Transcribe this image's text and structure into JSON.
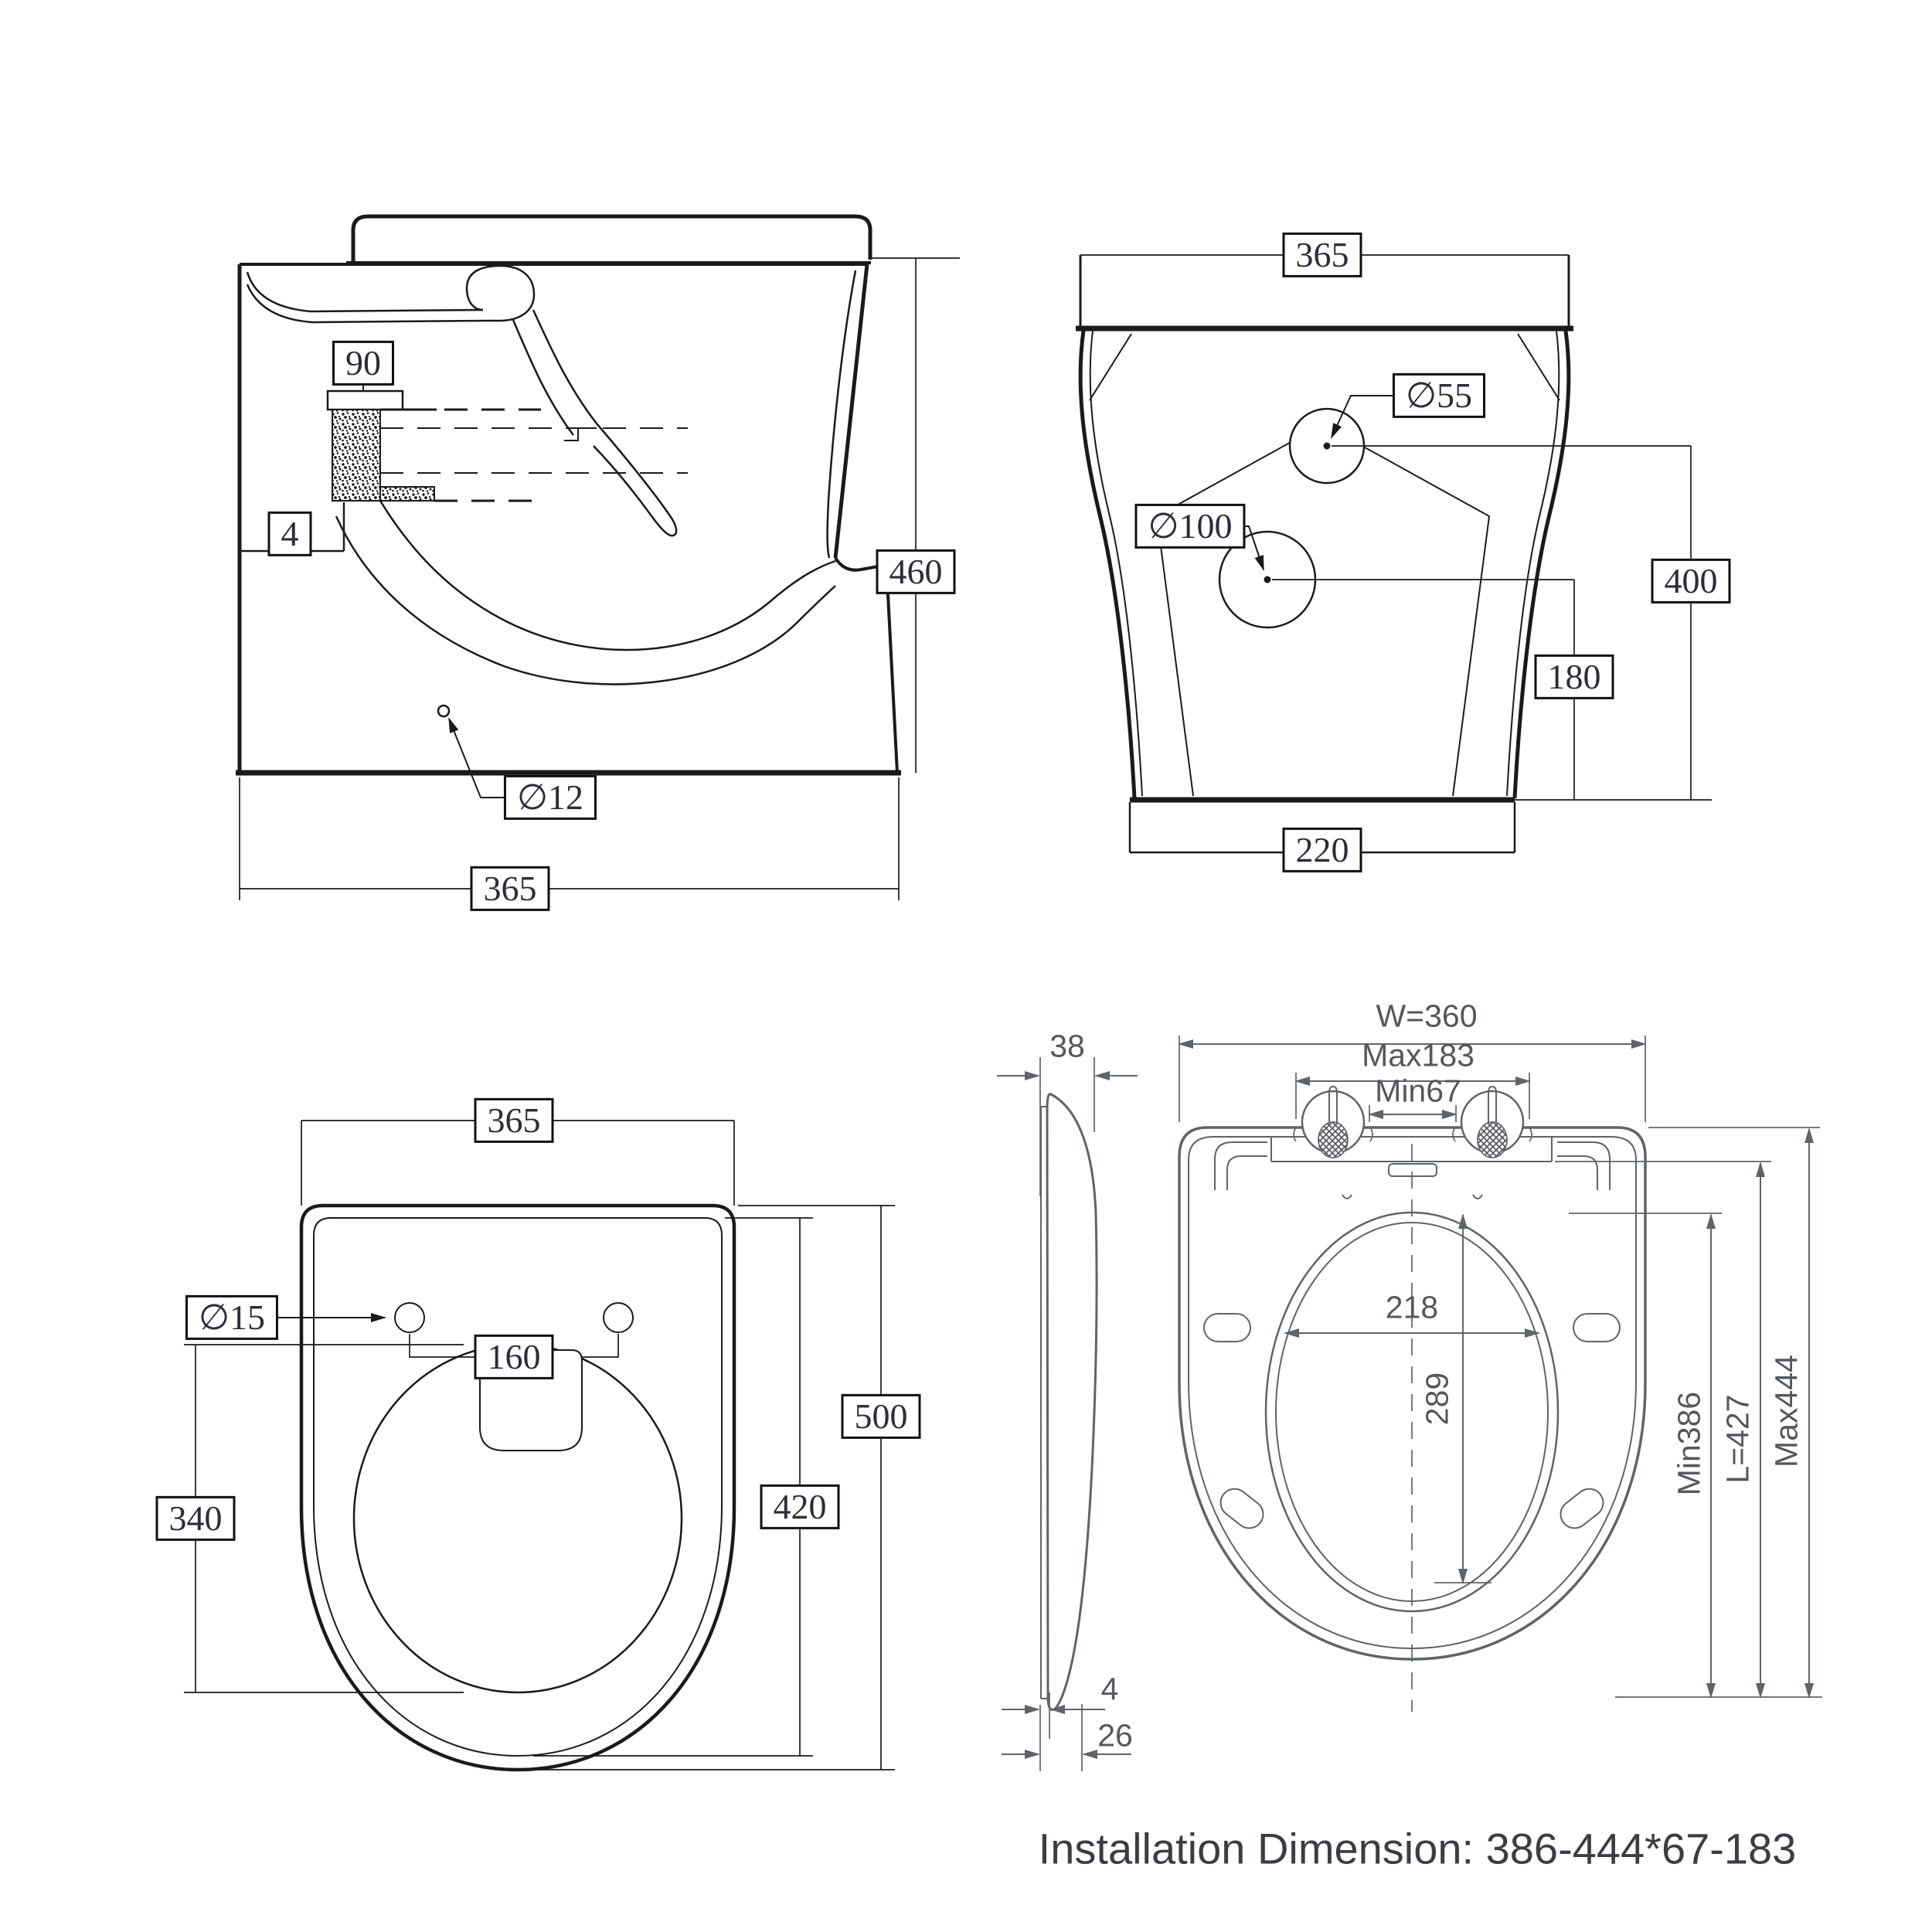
{
  "caption": {
    "text": "Installation Dimension: 386-444*67-183"
  },
  "views": {
    "side_section": {
      "name": "side section view",
      "dims": {
        "seal_width": "90",
        "wall_gap": "4",
        "height": "460",
        "fixing_hole": "∅12",
        "depth": "365"
      }
    },
    "rear": {
      "name": "rear view",
      "dims": {
        "top_width": "365",
        "inlet": "∅55",
        "outlet": "∅100",
        "inlet_height": "400",
        "outlet_height": "180",
        "base_width": "220"
      }
    },
    "plan": {
      "name": "top plan view",
      "dims": {
        "width": "365",
        "hinge_hole": "∅15",
        "hinge_spacing": "160",
        "bowl_length": "340",
        "depth": "500",
        "inner_depth": "420"
      }
    },
    "seat": {
      "name": "seat dimension view",
      "dims": {
        "thickness": "38",
        "width": "W=360",
        "hinge_max": "Max183",
        "hinge_min": "Min67",
        "opening_width": "218",
        "opening_length": "289",
        "length_min": "Min386",
        "length": "L=427",
        "length_max": "Max444",
        "plate_thickness": "4",
        "base_offset": "26"
      }
    }
  },
  "colors": {
    "line_dark": "#1a1a1d",
    "line_gray": "#5f6468",
    "label_dark": "#2c2d38",
    "label_gray": "#54585c"
  }
}
